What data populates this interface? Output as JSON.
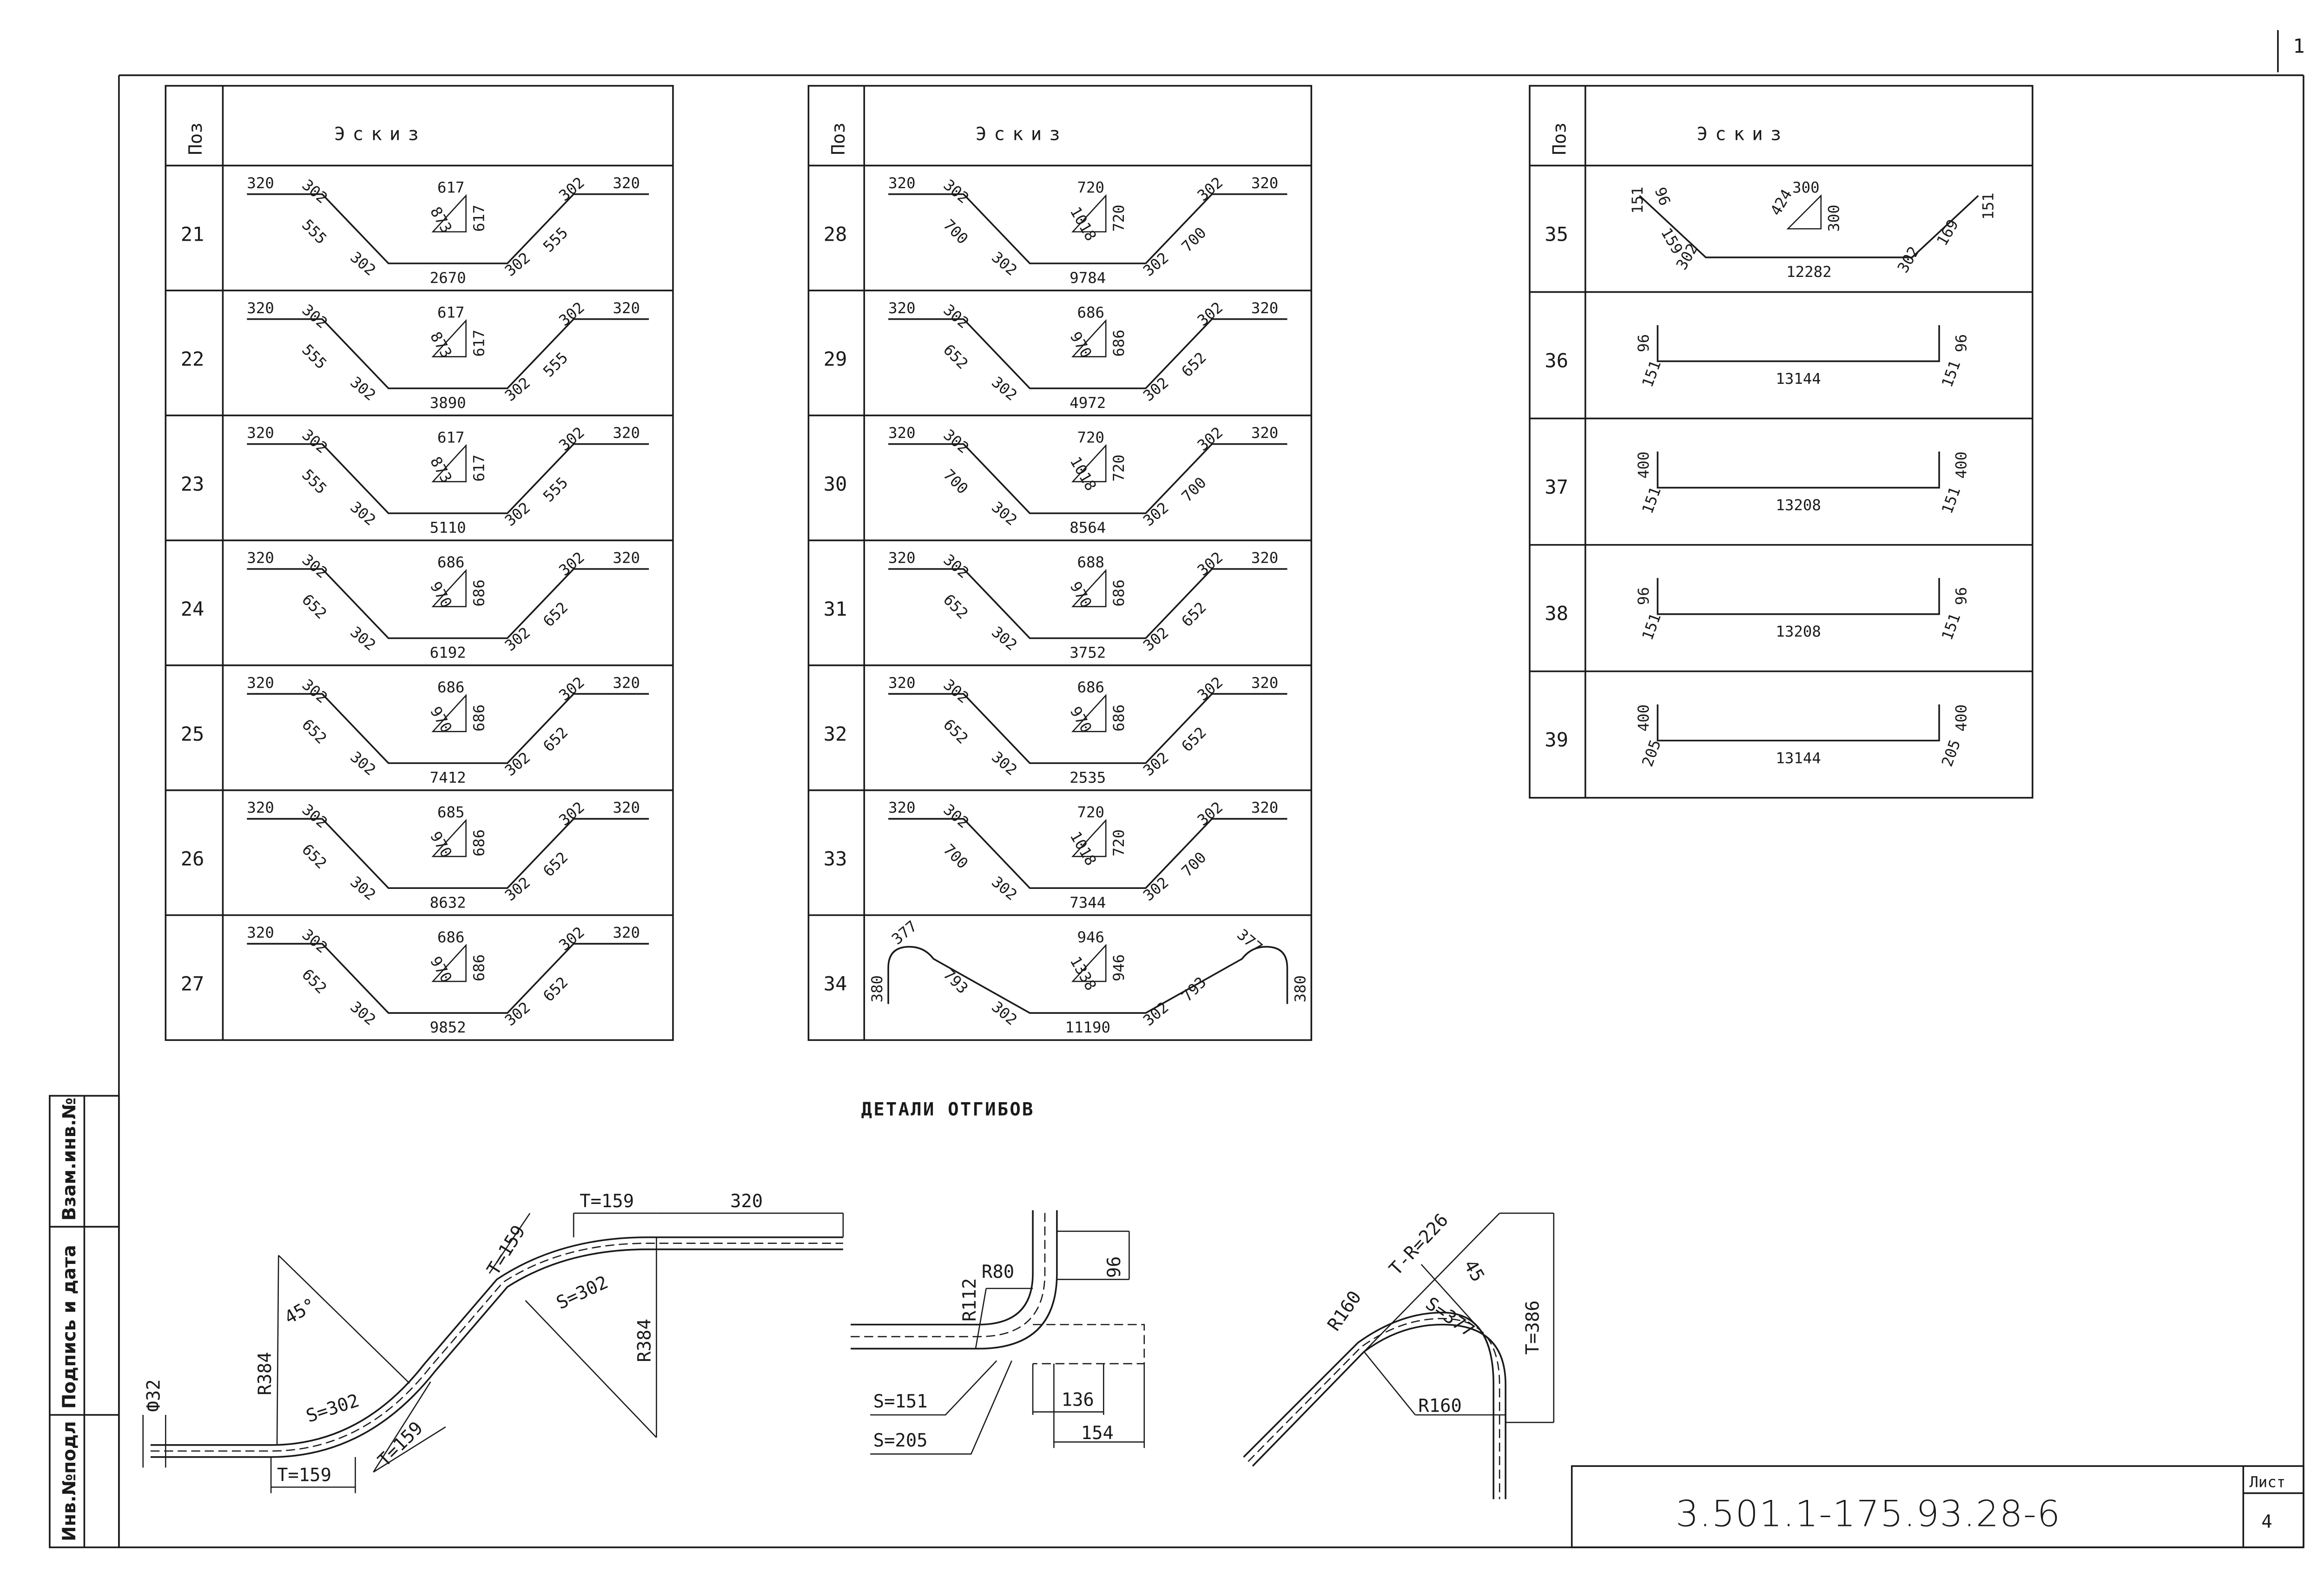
{
  "page_number": "1",
  "tables": [
    {
      "header": {
        "pos": "Поз",
        "sketch": "Эскиз"
      },
      "rows": [
        {
          "pos": "21",
          "shape": "trap",
          "end": "320",
          "run": "302",
          "slant": "555",
          "tri": [
            "617",
            "873",
            "617"
          ],
          "bottom": "2670"
        },
        {
          "pos": "22",
          "shape": "trap",
          "end": "320",
          "run": "302",
          "slant": "555",
          "tri": [
            "617",
            "873",
            "617"
          ],
          "bottom": "3890"
        },
        {
          "pos": "23",
          "shape": "trap",
          "end": "320",
          "run": "302",
          "slant": "555",
          "tri": [
            "617",
            "873",
            "617"
          ],
          "bottom": "5110"
        },
        {
          "pos": "24",
          "shape": "trap",
          "end": "320",
          "run": "302",
          "slant": "652",
          "tri": [
            "686",
            "970",
            "686"
          ],
          "bottom": "6192"
        },
        {
          "pos": "25",
          "shape": "trap",
          "end": "320",
          "run": "302",
          "slant": "652",
          "tri": [
            "686",
            "970",
            "686"
          ],
          "bottom": "7412"
        },
        {
          "pos": "26",
          "shape": "trap",
          "end": "320",
          "run": "302",
          "slant": "652",
          "tri": [
            "685",
            "970",
            "686"
          ],
          "bottom": "8632"
        },
        {
          "pos": "27",
          "shape": "trap",
          "end": "320",
          "run": "302",
          "slant": "652",
          "tri": [
            "686",
            "970",
            "686"
          ],
          "bottom": "9852"
        }
      ]
    },
    {
      "header": {
        "pos": "Поз",
        "sketch": "Эскиз"
      },
      "rows": [
        {
          "pos": "28",
          "shape": "trap",
          "end": "320",
          "run": "302",
          "slant": "700",
          "tri": [
            "720",
            "1018",
            "720"
          ],
          "bottom": "9784"
        },
        {
          "pos": "29",
          "shape": "trap",
          "end": "320",
          "run": "302",
          "slant": "652",
          "tri": [
            "686",
            "970",
            "686"
          ],
          "bottom": "4972"
        },
        {
          "pos": "30",
          "shape": "trap",
          "end": "320",
          "run": "302",
          "slant": "700",
          "tri": [
            "720",
            "1018",
            "720"
          ],
          "bottom": "8564"
        },
        {
          "pos": "31",
          "shape": "trap",
          "end": "320",
          "run": "302",
          "slant": "652",
          "tri": [
            "688",
            "970",
            "686"
          ],
          "bottom": "3752"
        },
        {
          "pos": "32",
          "shape": "trap",
          "end": "320",
          "run": "302",
          "slant": "652",
          "tri": [
            "686",
            "970",
            "686"
          ],
          "bottom": "2535"
        },
        {
          "pos": "33",
          "shape": "trap",
          "end": "320",
          "run": "302",
          "slant": "700",
          "tri": [
            "720",
            "1018",
            "720"
          ],
          "bottom": "7344"
        },
        {
          "pos": "34",
          "shape": "hook",
          "end": "380",
          "hook": "377",
          "run": "302",
          "slant": "793",
          "tri": [
            "946",
            "1338",
            "946"
          ],
          "bottom": "11190"
        }
      ]
    },
    {
      "header": {
        "pos": "Поз",
        "sketch": "Эскиз"
      },
      "rows": [
        {
          "pos": "35",
          "shape": "short",
          "ends": [
            "151",
            "96",
            "159",
            "169",
            "151"
          ],
          "run": "302",
          "tri": [
            "300",
            "424",
            "300"
          ],
          "bottom": "12282"
        },
        {
          "pos": "36",
          "shape": "straight",
          "up": "96",
          "foot": "151",
          "bottom": "13144"
        },
        {
          "pos": "37",
          "shape": "straight",
          "up": "400",
          "foot": "151",
          "bottom": "13208"
        },
        {
          "pos": "38",
          "shape": "straight",
          "up": "96",
          "foot": "151",
          "bottom": "13208"
        },
        {
          "pos": "39",
          "shape": "straight",
          "up": "400",
          "foot": "205",
          "bottom": "13144"
        }
      ]
    }
  ],
  "details": {
    "title": "ДЕТАЛИ ОТГИБОВ",
    "a": {
      "dia": "Ф32",
      "t_low": "T=159",
      "t_slope": "T=159",
      "s_low": "S=302",
      "r_low": "R384",
      "angle": "45°",
      "t_top_slope": "T=159",
      "t_top": "T=159",
      "s_top": "S=302",
      "r_top": "R384",
      "len": "320"
    },
    "b": {
      "r_outer": "R112",
      "r_inner": "R80",
      "h": "96",
      "w1": "136",
      "w2": "154",
      "s1": "S=151",
      "s2": "S=205"
    },
    "c": {
      "r_left": "R160",
      "t_r": "T-R=226",
      "angle": "45",
      "s": "S=377",
      "t": "T=386",
      "r_bottom": "R160"
    }
  },
  "side_stamp": [
    "Инв.№подл",
    "Подпись и дата",
    "Взам.инв.№"
  ],
  "title_block": {
    "code": "3.501.1-175.93.28-6",
    "sheet_label": "Лист",
    "sheet_number": "4"
  }
}
